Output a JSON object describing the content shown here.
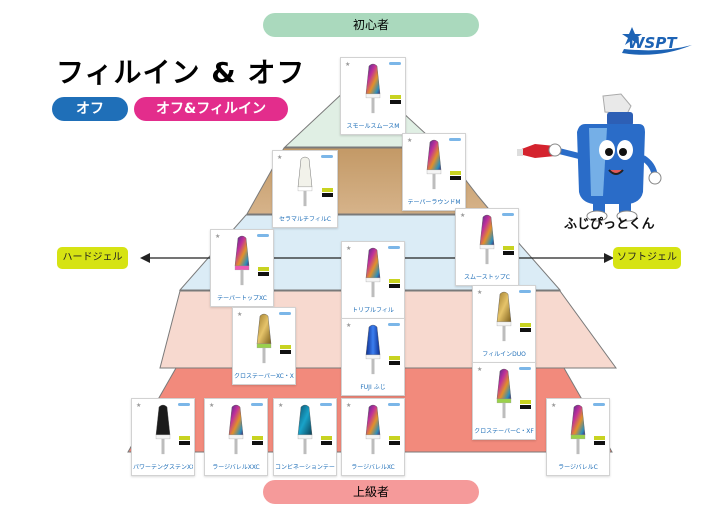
{
  "levels": {
    "top": "初心者",
    "bottom": "上級者"
  },
  "title": "フィルイン & オフ",
  "modes": {
    "off": "オフ",
    "off_fillin": "オフ&フィルイン"
  },
  "gel_axis": {
    "left": "ハードジェル",
    "right": "ソフトジェル"
  },
  "logo": "WSPT",
  "mascot_name": "ふじぴっとくん",
  "colors": {
    "level_top": "#aad9bd",
    "level_bottom": "#f59a9a",
    "off_blue": "#1f6fb8",
    "off_fillin_pink": "#e32d8c",
    "gel_yellow": "#d6e313",
    "tier_green": "#e0efe4",
    "tier_brown": "#c9a06e",
    "tier_blue": "#dbecf6",
    "tier_peach": "#f7d9cf",
    "tier_salmon": "#f28a7c"
  },
  "products": [
    {
      "label": "スモールスムースM",
      "style": "rainbow",
      "band": "#f4f4f4"
    },
    {
      "label": "セラマルチフィルC",
      "style": "ceramic",
      "band": "#ffffff"
    },
    {
      "label": "テーパーラウンドM",
      "style": "rainbow",
      "band": "#f4f4f4"
    },
    {
      "label": "テーパートップXC",
      "style": "rainbow",
      "band": "#ee59b4"
    },
    {
      "label": "トリプルフィル",
      "style": "rainbow",
      "band": "#f4f4f4"
    },
    {
      "label": "スムーストップC",
      "style": "rainbow",
      "band": "#f4f4f4"
    },
    {
      "label": "クロステーパーXC・XF",
      "style": "gold",
      "band": "#9ad14b"
    },
    {
      "label": "FUJI ふじ",
      "style": "blue",
      "band": "#f4f4f4"
    },
    {
      "label": "フィルインDUO",
      "style": "gold",
      "band": "#f4f4f4"
    },
    {
      "label": "クロステーパーC・XF",
      "style": "rainbow",
      "band": "#9ad14b"
    },
    {
      "label": "パワーテングステンXXC",
      "style": "black",
      "band": "#f4f4f4"
    },
    {
      "label": "ラージバレルXXC",
      "style": "rainbow",
      "band": "#f4f4f4"
    },
    {
      "label": "コンビネーションテーパーブルー",
      "style": "teal",
      "band": "#f4f4f4"
    },
    {
      "label": "ラージバレルXC",
      "style": "rainbow",
      "band": "#f4f4f4"
    },
    {
      "label": "ラージバレルC",
      "style": "rainbow",
      "band": "#9ad14b"
    }
  ]
}
